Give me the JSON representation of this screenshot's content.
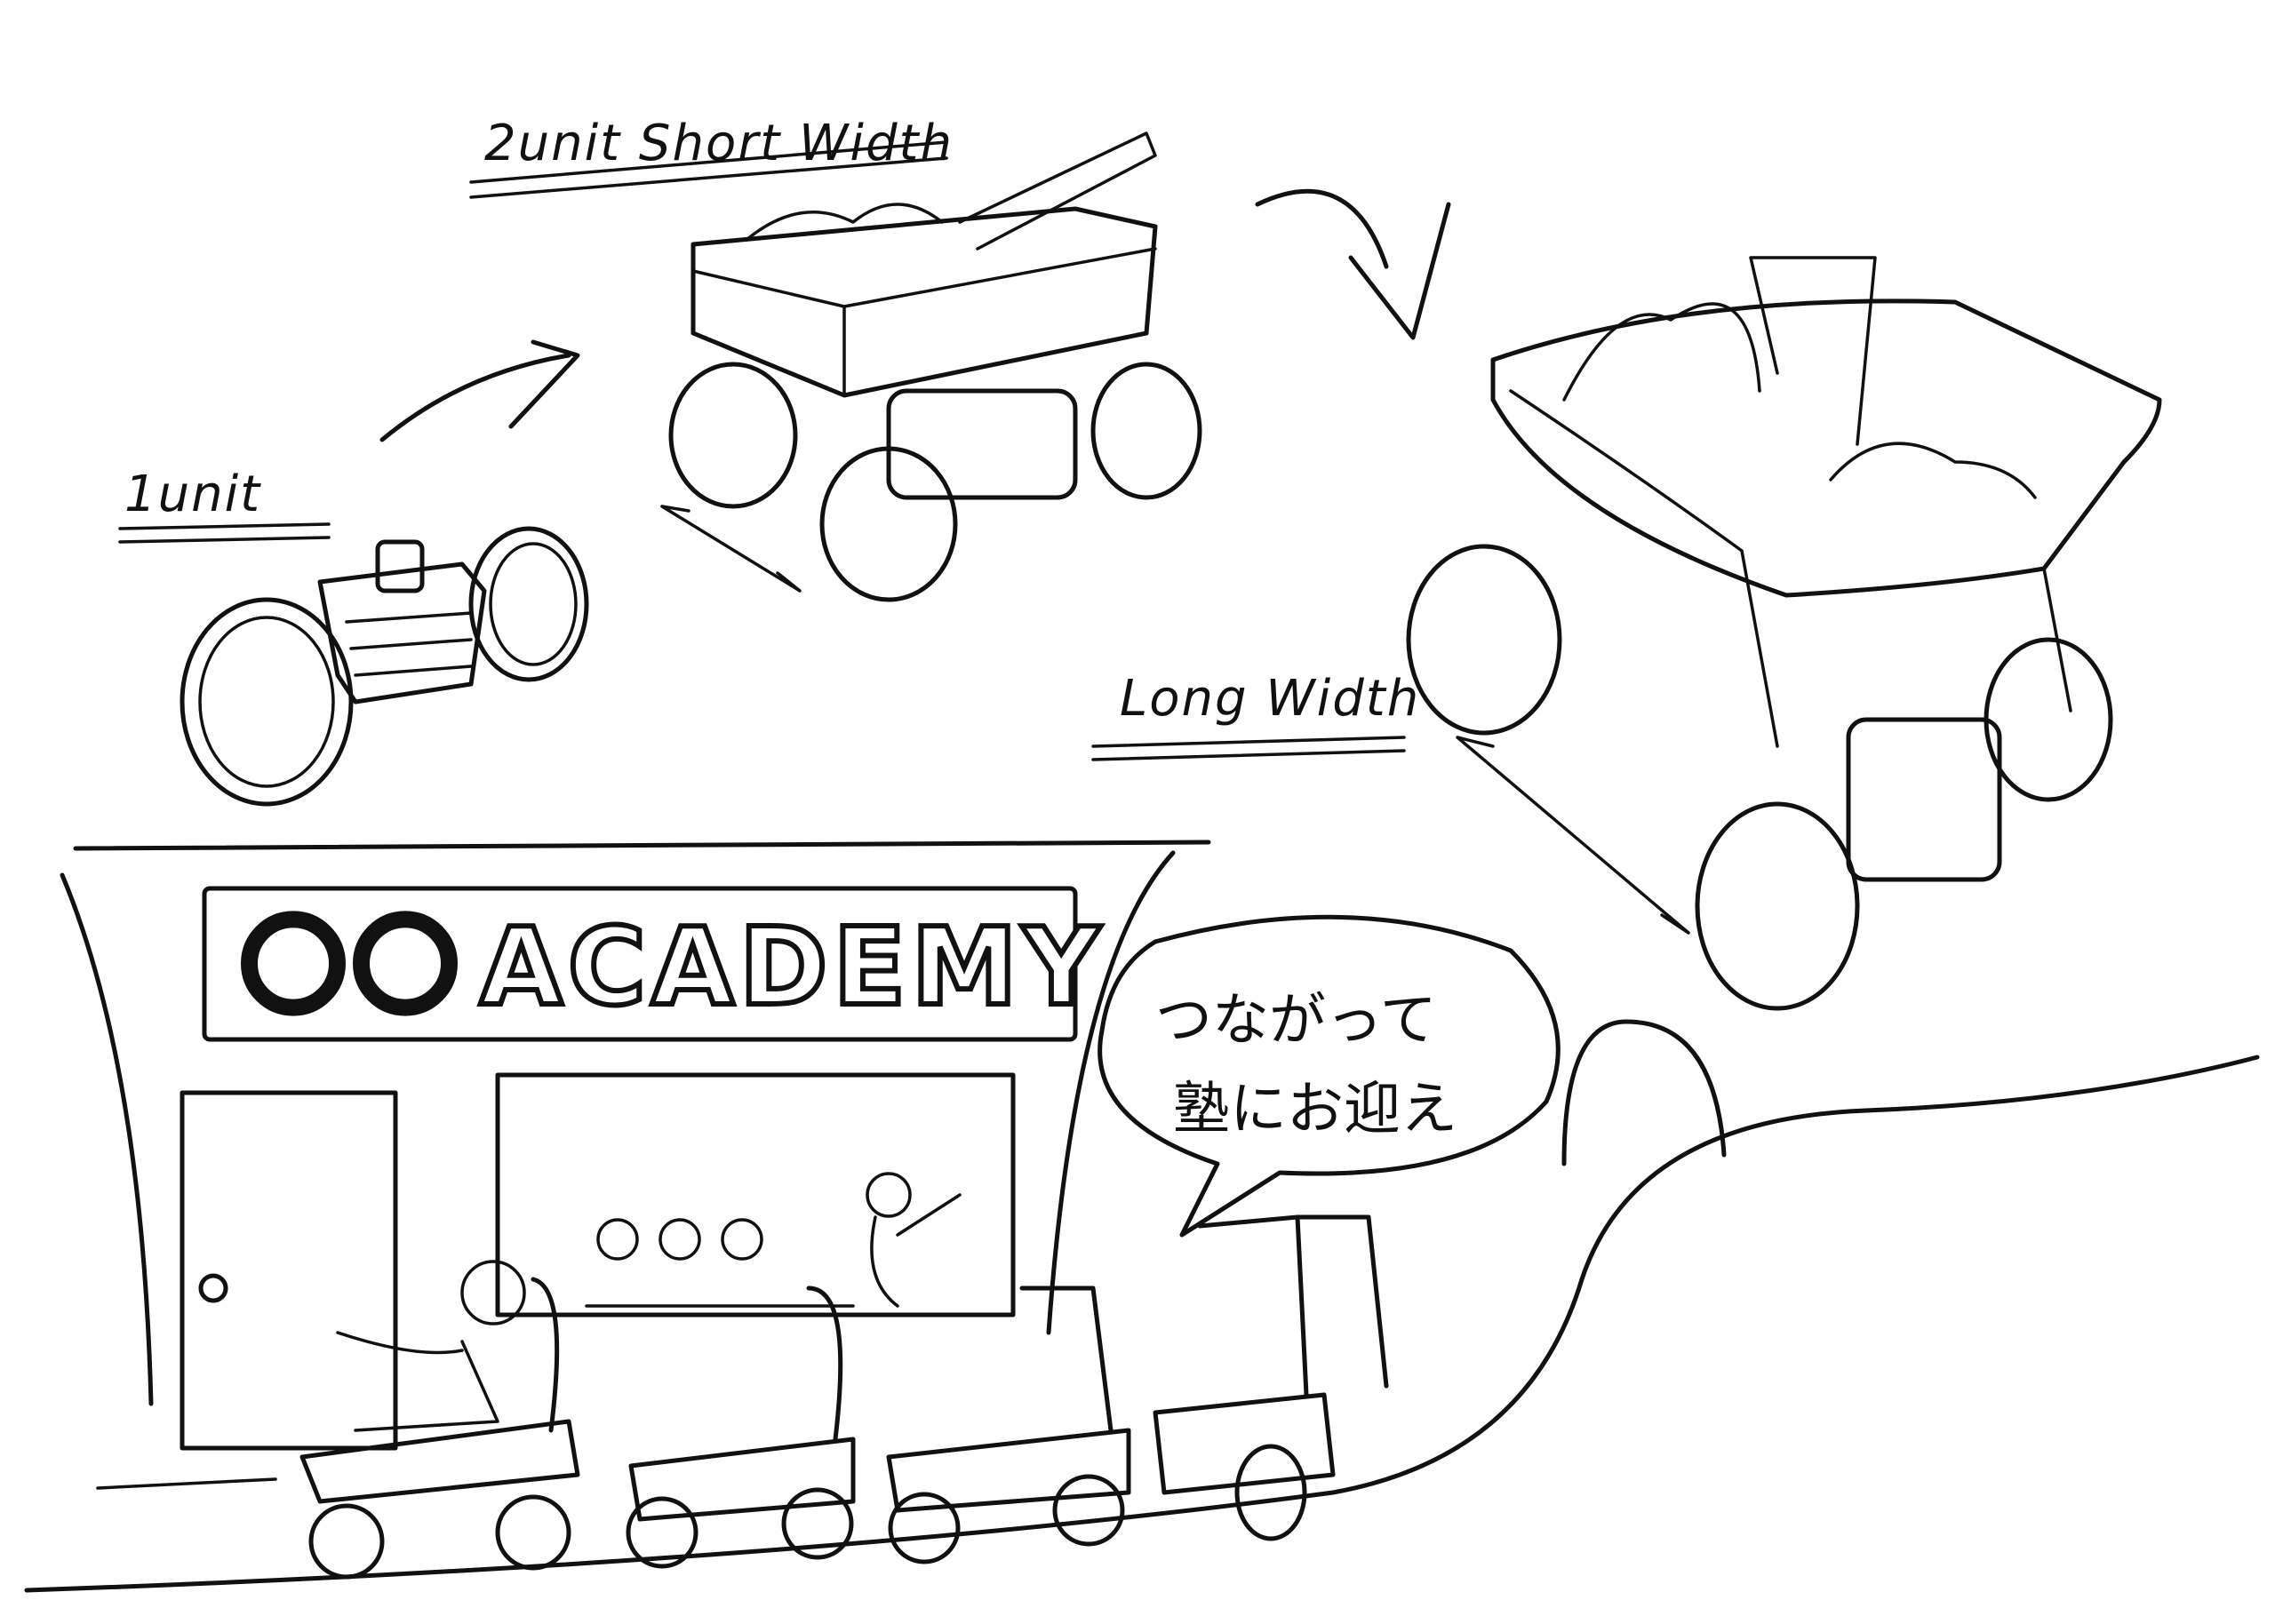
{
  "labels": {
    "one_unit": "1unit",
    "two_unit_short": "2unit Short Width",
    "long_width": "Long Width"
  },
  "sign": {
    "circles": "〇〇",
    "name": "ACADEMY"
  },
  "speech_bubble": {
    "line1": "つながって",
    "line2": "塾にお迎え"
  }
}
